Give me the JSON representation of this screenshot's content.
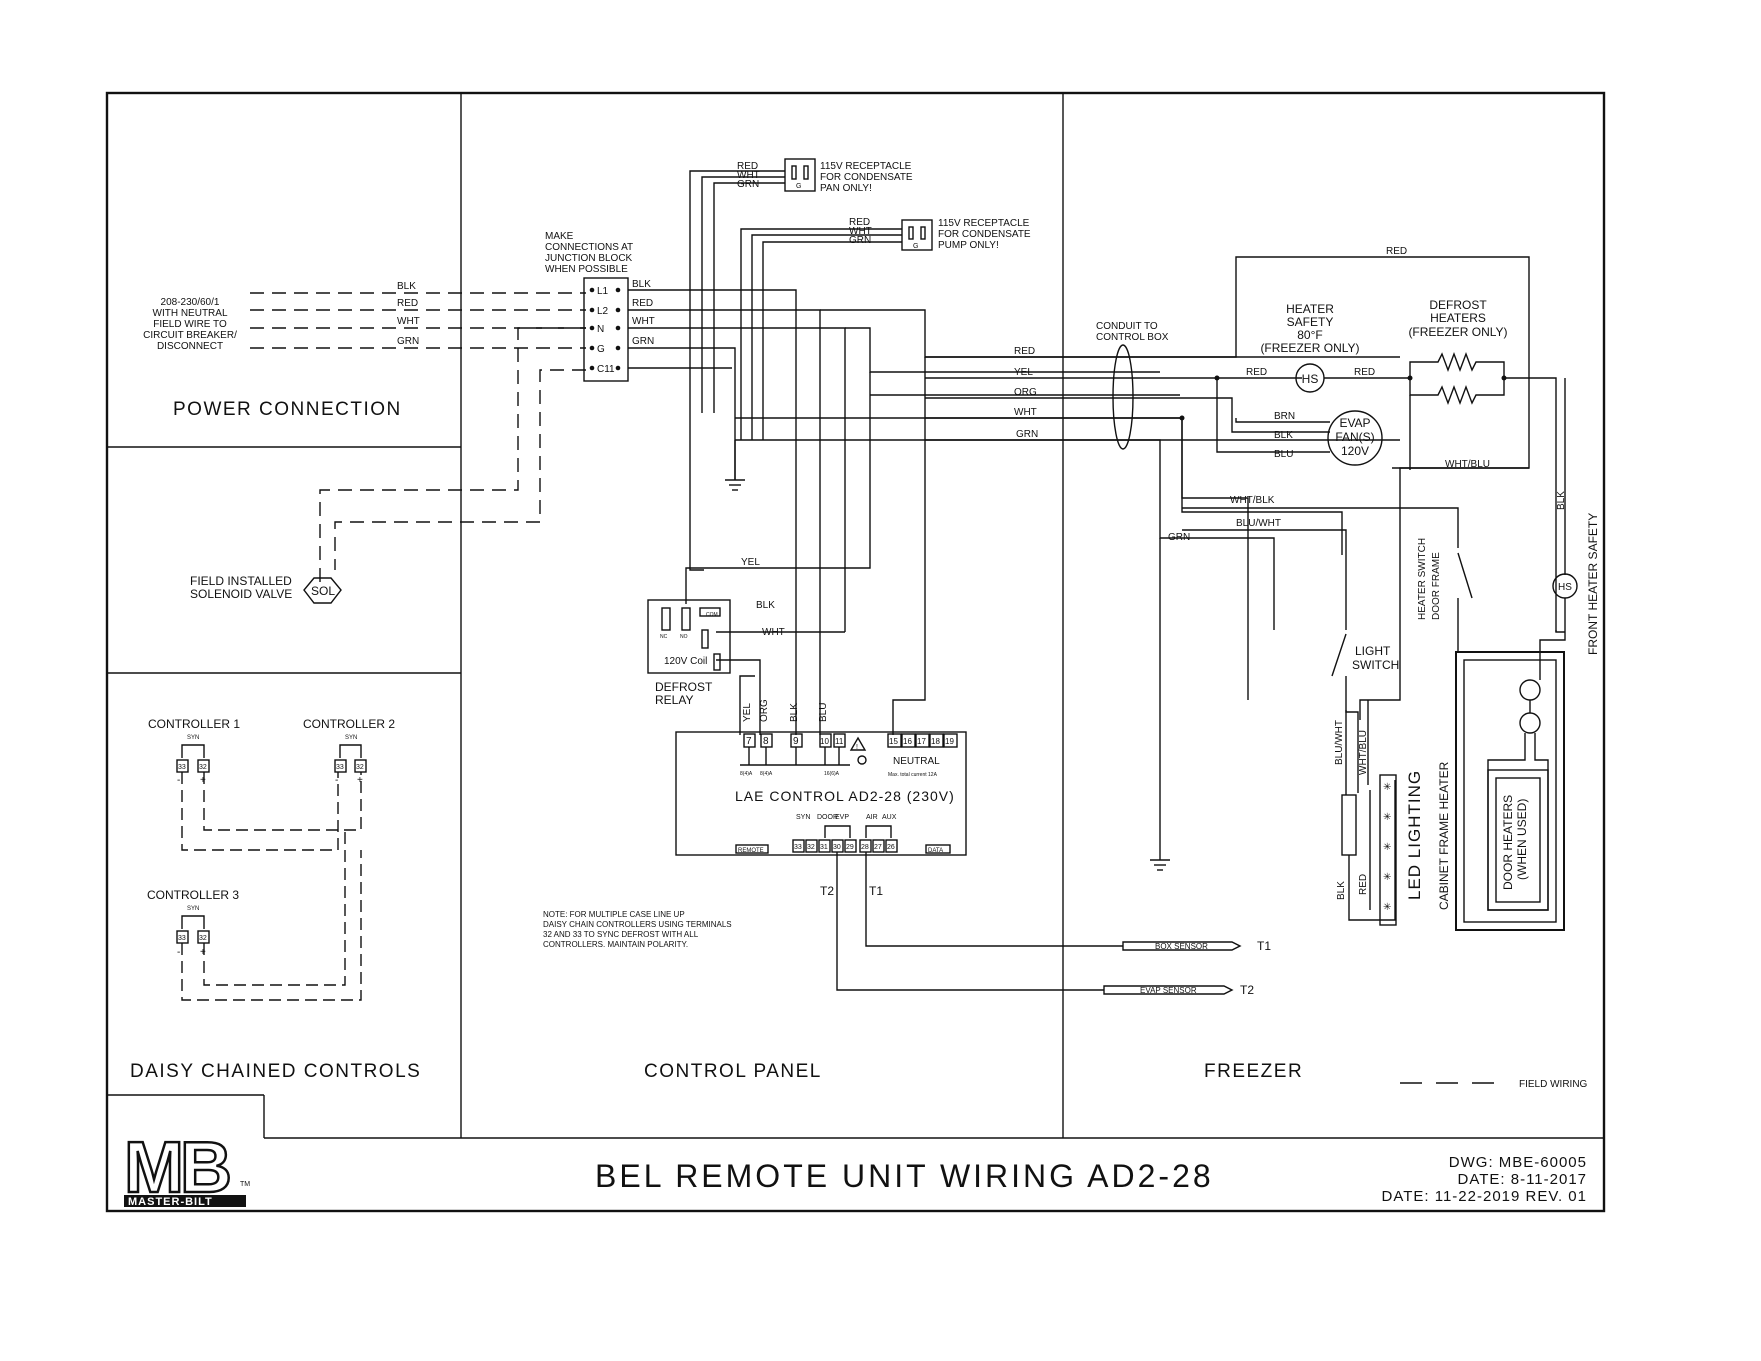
{
  "sections": {
    "power_connection": "POWER CONNECTION",
    "daisy_chained": "DAISY CHAINED CONTROLS",
    "control_panel": "CONTROL PANEL",
    "freezer": "FREEZER"
  },
  "title_block": {
    "title": "BEL REMOTE UNIT WIRING AD2-28",
    "dwg": "DWG: MBE-60005",
    "date1": "DATE: 8-11-2017",
    "date2": "DATE: 11-22-2019 REV. 01",
    "logo_text": "MB",
    "logo_brand": "MASTER-BILT",
    "logo_tm": "TM"
  },
  "legend": {
    "field_wiring": "FIELD WIRING"
  },
  "power": {
    "supply_lines": [
      "208-230/60/1",
      "WITH NEUTRAL",
      "FIELD WIRE TO",
      "CIRCUIT BREAKER/",
      "DISCONNECT"
    ],
    "wires": [
      "BLK",
      "RED",
      "WHT",
      "GRN"
    ],
    "solenoid_label": [
      "FIELD INSTALLED",
      "SOLENOID VALVE"
    ],
    "solenoid_symbol": "SOL"
  },
  "junction": {
    "note": [
      "MAKE",
      "CONNECTIONS AT",
      "JUNCTION BLOCK",
      "WHEN POSSIBLE"
    ],
    "terminals": [
      "L1",
      "L2",
      "N",
      "G",
      "C11"
    ],
    "out_wires": [
      "BLK",
      "RED",
      "WHT",
      "GRN"
    ]
  },
  "receptacles": {
    "r1_wires": [
      "RED",
      "WHT",
      "GRN"
    ],
    "r1_label": [
      "115V RECEPTACLE",
      "FOR CONDENSATE",
      "PAN ONLY!"
    ],
    "r2_wires": [
      "RED",
      "WHT",
      "GRN"
    ],
    "r2_label": [
      "115V RECEPTACLE",
      "FOR CONDENSATE",
      "PUMP ONLY!"
    ]
  },
  "relay": {
    "label": [
      "DEFROST",
      "RELAY"
    ],
    "coil": "120V Coil",
    "nc": "NC",
    "no": "NO",
    "com": "COM",
    "wires": [
      "YEL",
      "BLK",
      "WHT"
    ]
  },
  "controller": {
    "name": "LAE CONTROL AD2-28 (230V)",
    "neutral": "NEUTRAL",
    "max_current": "Max. total current 12A",
    "terminals_top": [
      "7",
      "8",
      "9",
      "10",
      "11",
      "15",
      "16",
      "17",
      "18",
      "19"
    ],
    "vert_wires": [
      "YEL",
      "ORG",
      "BLK",
      "BLU"
    ],
    "sub_labels": [
      "8(4)A",
      "8(4)A",
      "16(6)A"
    ],
    "terminals_bottom": [
      "33",
      "32",
      "31",
      "30",
      "29",
      "28",
      "27",
      "26"
    ],
    "group_labels": [
      "SYN",
      "DOOR",
      "EVP",
      "AIR",
      "AUX"
    ],
    "remote": "REMOTE",
    "data": "DATA",
    "sensor_tags": [
      "T2",
      "T1"
    ]
  },
  "note": [
    "NOTE: FOR MULTIPLE CASE LINE UP",
    "DAISY CHAIN CONTROLLERS USING TERMINALS",
    "32 AND 33 TO SYNC DEFROST WITH ALL",
    "CONTROLLERS. MAINTAIN POLARITY."
  ],
  "daisy": {
    "c1": "CONTROLLER 1",
    "c2": "CONTROLLER 2",
    "c3": "CONTROLLER 3",
    "syn": "SYN",
    "t33": "33",
    "t32": "32",
    "minus": "-",
    "plus": "+"
  },
  "freezer": {
    "conduit": [
      "CONDUIT TO",
      "CONTROL BOX"
    ],
    "bus_wires": [
      "RED",
      "YEL",
      "ORG",
      "WHT",
      "GRN"
    ],
    "top_red": "RED",
    "heater_safety": [
      "HEATER",
      "SAFETY",
      "80°F",
      "(FREEZER ONLY)"
    ],
    "hs": "HS",
    "hs_wires": [
      "RED",
      "RED"
    ],
    "defrost_heaters": [
      "DEFROST",
      "HEATERS",
      "(FREEZER ONLY)"
    ],
    "evap_fan": [
      "EVAP",
      "FAN(S)",
      "120V"
    ],
    "fan_wires": [
      "BRN",
      "BLK",
      "BLU"
    ],
    "wht_blu": "WHT/BLU",
    "wht_blk": "WHT/BLK",
    "blu_wht": "BLU/WHT",
    "grn": "GRN",
    "light_switch": [
      "LIGHT",
      "SWITCH"
    ],
    "heater_switch": [
      "HEATER SWITCH",
      "DOOR FRAME"
    ],
    "front_heater": "FRONT HEATER SAFETY",
    "blk_vert": "BLK",
    "led_wires_top": [
      "BLU/WHT",
      "WHT/BLU"
    ],
    "led_wires_bot": [
      "BLK",
      "RED"
    ],
    "led_lighting": "LED LIGHTING",
    "cabinet_heater": "CABINET FRAME HEATER",
    "door_heaters": [
      "DOOR HEATERS",
      "(WHEN USED)"
    ],
    "box_sensor": "BOX SENSOR",
    "evap_sensor": "EVAP SENSOR",
    "t1": "T1",
    "t2": "T2"
  }
}
